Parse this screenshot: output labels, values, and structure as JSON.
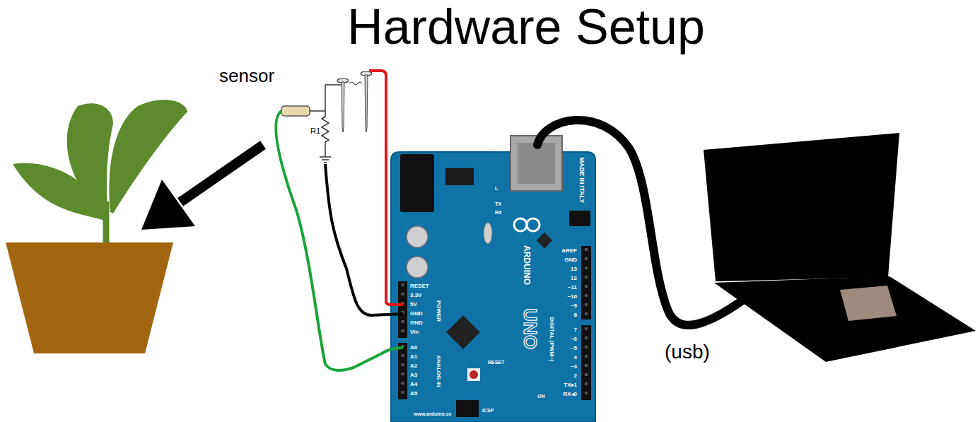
{
  "diagram": {
    "title": "Hardware Setup",
    "labels": [
      "sensor",
      "R1",
      "(usb)",
      "RESET",
      "3.3V",
      "5V",
      "GND",
      "GND",
      "Vin",
      "POWER",
      "A0",
      "A1",
      "A2",
      "A3",
      "A4",
      "A5",
      "ANALOG IN",
      "AREF",
      "GND",
      "13",
      "12",
      "~11",
      "~10",
      "~9",
      "8",
      "7",
      "~6",
      "~5",
      "4",
      "~3",
      "2",
      "TX▸1",
      "RX◂0",
      "DIGITAL (PWM~)",
      "MADE IN ITALY",
      "ARDUINO",
      "UNO",
      "TX",
      "RX",
      "L",
      "ON",
      "RESET",
      "ICSP",
      "www.arduino.cc"
    ]
  }
}
